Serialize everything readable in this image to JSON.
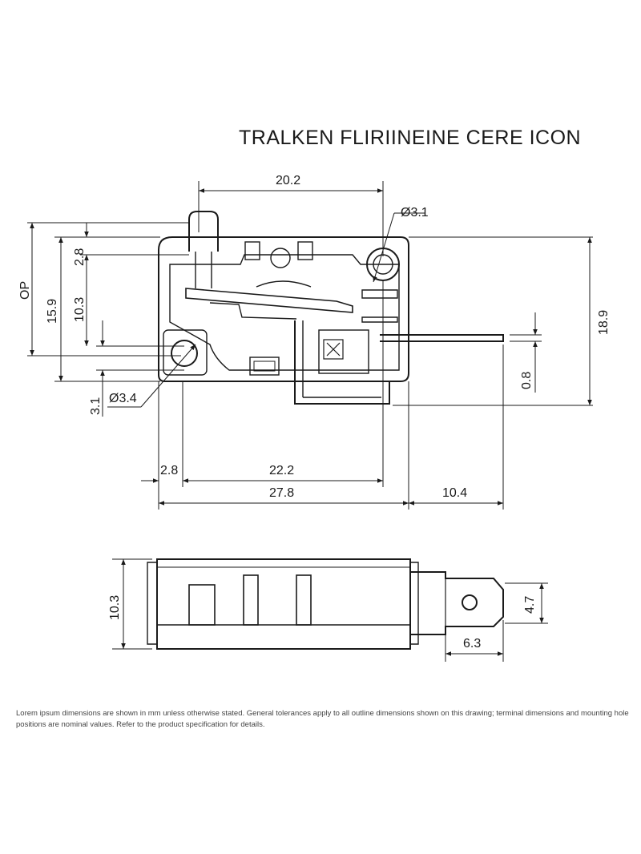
{
  "title": "TRALKEN FLIRIINEINE CERE ICON",
  "top_view": {
    "dims": {
      "d_20_2": "20.2",
      "d_phi_3_1": "Ø3.1",
      "d_2_8_v": "2.8",
      "d_op": "OP",
      "d_15_9": "15.9",
      "d_10_3": "10.3",
      "d_18_9": "18.9",
      "d_0_8": "0.8",
      "d_3_1": "3.1",
      "d_phi_3_4": "Ø3.4",
      "d_2_8_h": "2.8",
      "d_22_2": "22.2",
      "d_27_8": "27.8",
      "d_10_4": "10.4"
    }
  },
  "side_view": {
    "dims": {
      "d_10_3": "10.3",
      "d_4_7": "4.7",
      "d_6_3": "6.3"
    }
  },
  "footnote": "Lorem ipsum dimensions are shown in mm unless otherwise stated. General tolerances apply to all outline dimensions shown on this drawing; terminal dimensions and mounting hole positions are nominal values. Refer to the product specification for details."
}
